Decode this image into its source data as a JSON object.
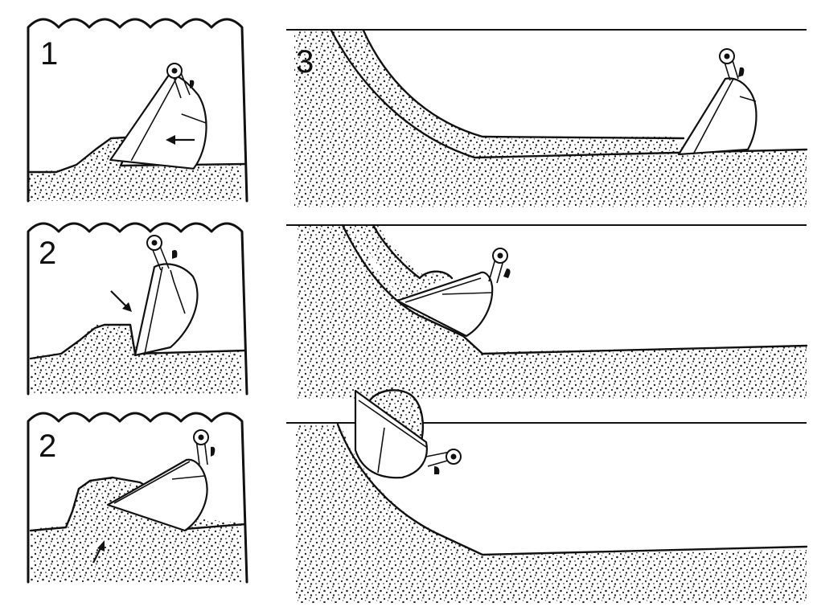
{
  "steps": {
    "panel_1": "1",
    "panel_2": "2",
    "panel_3": "2",
    "panel_4": "3"
  },
  "icons": {
    "bucket": "excavator-bucket-icon",
    "pivot": "pivot-pin-icon",
    "motion": "motion-arrow-icon"
  }
}
